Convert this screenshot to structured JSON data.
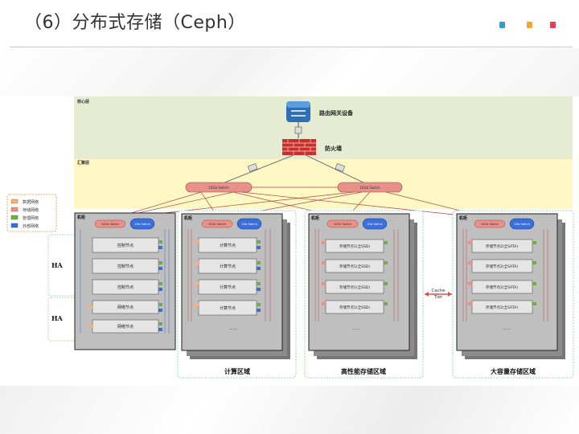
{
  "slide": {
    "title": "（6）分布式存储（Ceph）"
  },
  "colors": {
    "dot1": "#2a9fd6",
    "dot2": "#f5a623",
    "dot3": "#e0405a",
    "core_bg": "#e6ecd2",
    "agg_bg": "#fdf8c4",
    "switch_fill": "#e8908a",
    "blue_switch": "#3b6fd8"
  },
  "diagram": {
    "layers": {
      "core": "核心层",
      "aggregation": "汇聚层"
    },
    "router_label": "路由网关设备",
    "firewall_label": "防火墙",
    "agg_switches": [
      "10Gb Switch",
      "10Gb Switch"
    ],
    "legend": [
      "数据网络",
      "存储网络",
      "管理网络",
      "外部网络"
    ],
    "ha_labels": [
      "HA",
      "HA"
    ],
    "rack_label": "机柜",
    "rack_switch_10g": "10Gb Switch",
    "rack_switch_1g": "1Gb Switch",
    "control_nodes": [
      "控制节点",
      "控制节点",
      "控制节点"
    ],
    "network_nodes": [
      "网络节点",
      "网络节点"
    ],
    "compute_nodes": [
      "计算节点",
      "计算节点",
      "计算节点",
      "计算节点"
    ],
    "ssd_nodes": [
      "存储节点1(全SSD)",
      "存储节点1(全SSD)",
      "存储节点1(全SSD)",
      "存储节点1(全SSD)"
    ],
    "sata_nodes": [
      "存储节点2(全SATA)",
      "存储节点2(全SATA)",
      "存储节点2(全SATA)",
      "存储节点2(全SATA)"
    ],
    "more": "......",
    "cache_tier": [
      "Cache",
      "Tier"
    ],
    "zones": [
      "计算区域",
      "高性能存储区域",
      "大容量存储区域"
    ]
  }
}
